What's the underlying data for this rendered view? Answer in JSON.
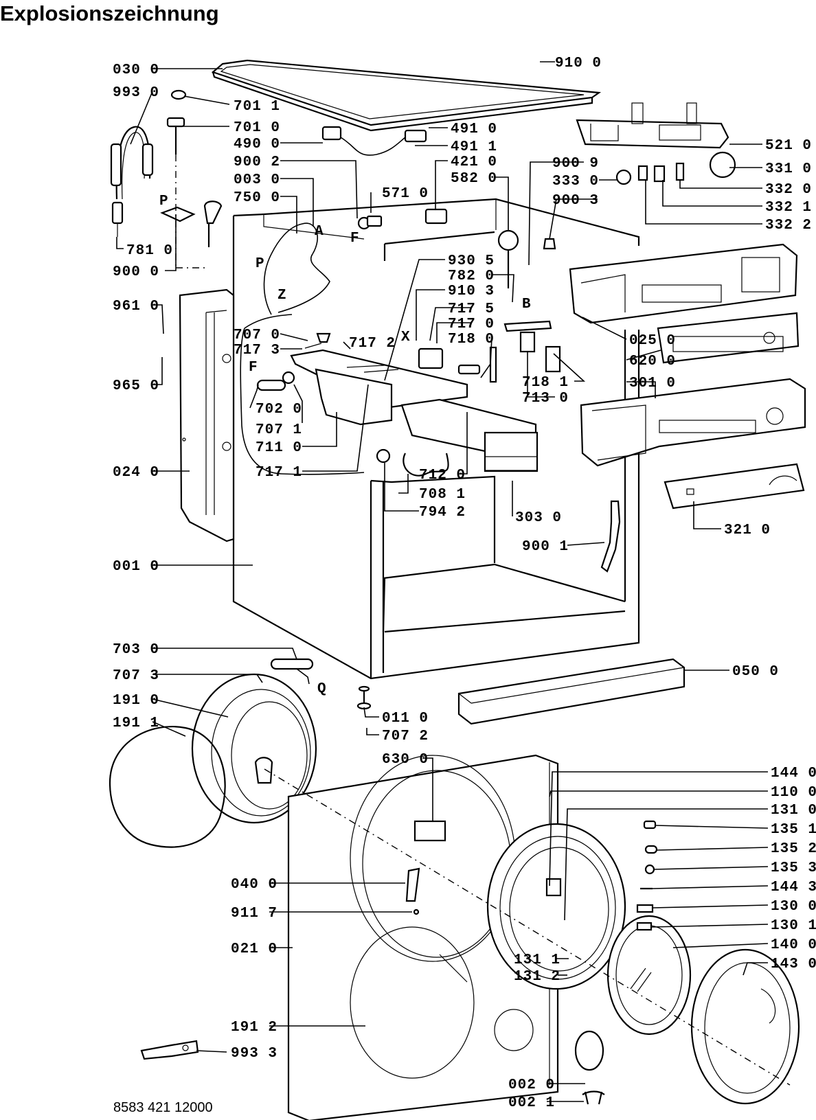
{
  "title": "Explosionszeichnung",
  "document_number": "8583 421 12000",
  "part_labels": {
    "p0300": "030 0",
    "p9930": "993 0",
    "p7011": "701 1",
    "p7010": "701 0",
    "p4900": "490 0",
    "p9002": "900 2",
    "p0030": "003 0",
    "p7500": "750 0",
    "p7810": "781 0",
    "p9000": "900 0",
    "p9610": "961 0",
    "p9650": "965 0",
    "p0240": "024 0",
    "p0010": "001 0",
    "p7070": "707 0",
    "p7173": "717 3",
    "p7172": "717 2",
    "p7020": "702 0",
    "p7071": "707 1",
    "p7110": "711 0",
    "p7171": "717 1",
    "p9100": "910 0",
    "p4910": "491 0",
    "p4911": "491 1",
    "p4210": "421 0",
    "p5820": "582 0",
    "p5710": "571 0",
    "p9009": "900 9",
    "p3330": "333 0",
    "p9003": "900 3",
    "p5210": "521 0",
    "p3310": "331 0",
    "p3320": "332 0",
    "p3321": "332 1",
    "p3322": "332 2",
    "p9305": "930 5",
    "p7820": "782 0",
    "p9103": "910 3",
    "p7175": "717 5",
    "p7170": "717 0",
    "p7180": "718 0",
    "p7181": "718 1",
    "p7130": "713 0",
    "p0250": "025 0",
    "p6200": "620 0",
    "p3010": "301 0",
    "p3210": "321 0",
    "p7120": "712 0",
    "p7081": "708 1",
    "p7942": "794 2",
    "p3030": "303 0",
    "p9001": "900 1",
    "p7030": "703 0",
    "p7073": "707 3",
    "p1910": "191 0",
    "p1911": "191 1",
    "p0110": "011 0",
    "p7072": "707 2",
    "p6300": "630 0",
    "p0500": "050 0",
    "p1440": "144 0",
    "p1100": "110 0",
    "p1310": "131 0",
    "p1351": "135 1",
    "p1352": "135 2",
    "p1353": "135 3",
    "p1443": "144 3",
    "p1300": "130 0",
    "p1301": "130 1",
    "p1400": "140 0",
    "p1430": "143 0",
    "p0400": "040 0",
    "p9117": "911 7",
    "p0210": "021 0",
    "p1311": "131 1",
    "p1312": "131 2",
    "p1912": "191 2",
    "p9933": "993 3",
    "p0020": "002 0",
    "p0021": "002 1"
  },
  "callout_letters": {
    "A": "A",
    "P": "P",
    "Z": "Z",
    "F": "F",
    "B": "B",
    "X": "X",
    "Q": "Q"
  }
}
